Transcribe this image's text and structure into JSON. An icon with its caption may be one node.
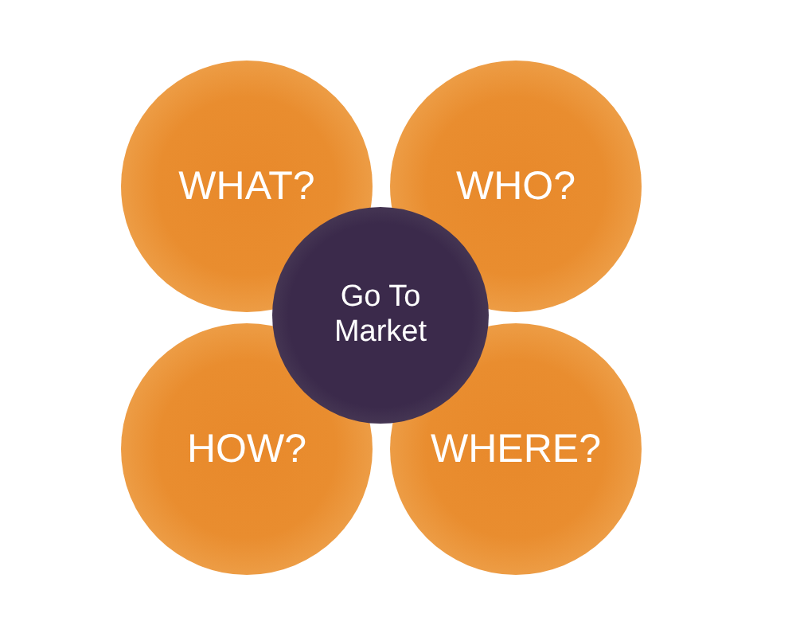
{
  "diagram": {
    "nodes": [
      {
        "text": [
          "WHAT?"
        ]
      },
      {
        "text": [
          "WHO?"
        ]
      },
      {
        "text": [
          "Go To Market"
        ]
      },
      {
        "text": [
          "HOW?"
        ]
      },
      {
        "text": [
          "WHERE?"
        ]
      }
    ],
    "edges": []
  }
}
